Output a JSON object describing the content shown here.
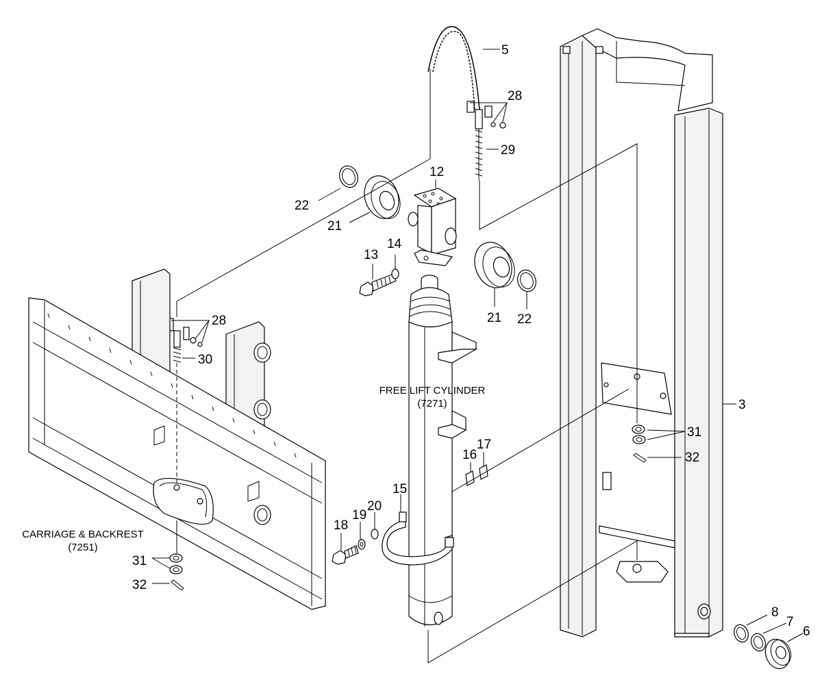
{
  "callouts": {
    "c3": "3",
    "c5": "5",
    "c6": "6",
    "c7": "7",
    "c8": "8",
    "c12": "12",
    "c13": "13",
    "c14": "14",
    "c15": "15",
    "c16": "16",
    "c17": "17",
    "c18": "18",
    "c19": "19",
    "c20": "20",
    "c21a": "21",
    "c21b": "21",
    "c22a": "22",
    "c22b": "22",
    "c28a": "28",
    "c28b": "28",
    "c29": "29",
    "c30": "30",
    "c31a": "31",
    "c31b": "31",
    "c32a": "32",
    "c32b": "32"
  },
  "assemblies": {
    "free_lift_cylinder": {
      "title": "FREE LIFT CYLINDER",
      "code": "(7271)"
    },
    "carriage_backrest": {
      "title": "CARRIAGE & BACKREST",
      "code": "(7251)"
    }
  }
}
